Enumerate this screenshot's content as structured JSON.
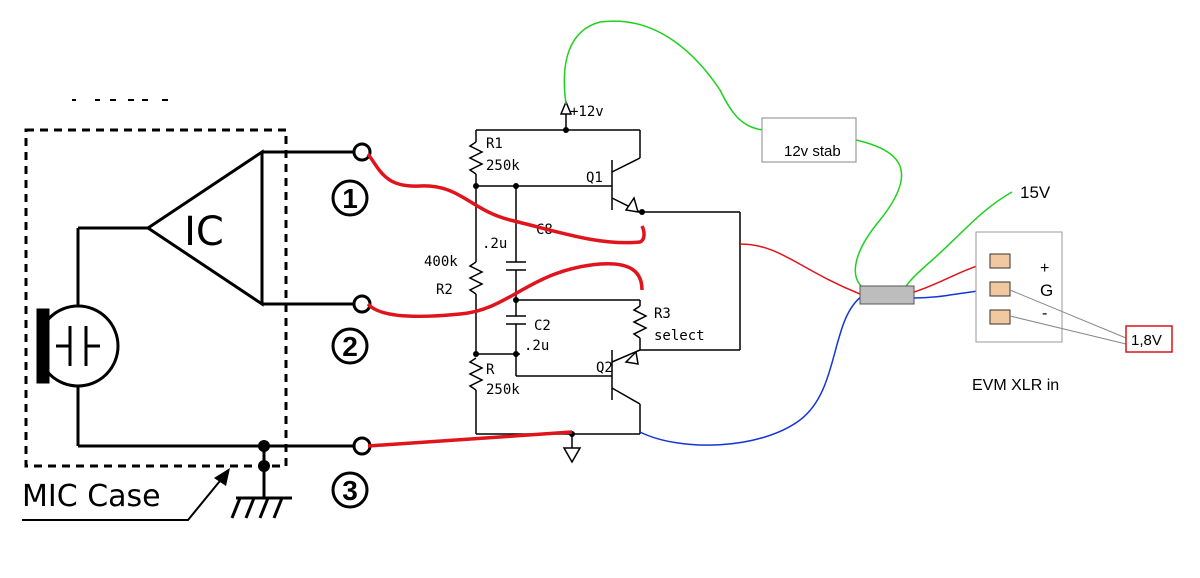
{
  "mic": {
    "case_label": "MIC Case",
    "ic_label": "IC"
  },
  "pins": [
    "1",
    "2",
    "3"
  ],
  "components": {
    "supply": "+12v",
    "r1_name": "R1",
    "r1_value": "250k",
    "q1": "Q1",
    "c8_value": ".2u",
    "c8_name": "C8",
    "r2_value": "400k",
    "r2_name": "R2",
    "c2_name": "C2",
    "c2_value": ".2u",
    "r3_name": "R3",
    "r3_value": "select",
    "q2": "Q2",
    "r_name": "R",
    "r_value": "250k"
  },
  "external": {
    "stab_label": "12v stab",
    "supply_label": "15V",
    "xlr_label": "EVM XLR in",
    "pin_plus": "+",
    "pin_g": "G",
    "pin_minus": "-",
    "voltage_label": "1,8V"
  },
  "colors": {
    "red_wire": "#e0141c",
    "green_wire": "#1fd11f",
    "blue_wire": "#1436d6",
    "pad": "#f2c8a0",
    "voltage_box": "#d8141c",
    "connector": "#bdbdbd"
  }
}
